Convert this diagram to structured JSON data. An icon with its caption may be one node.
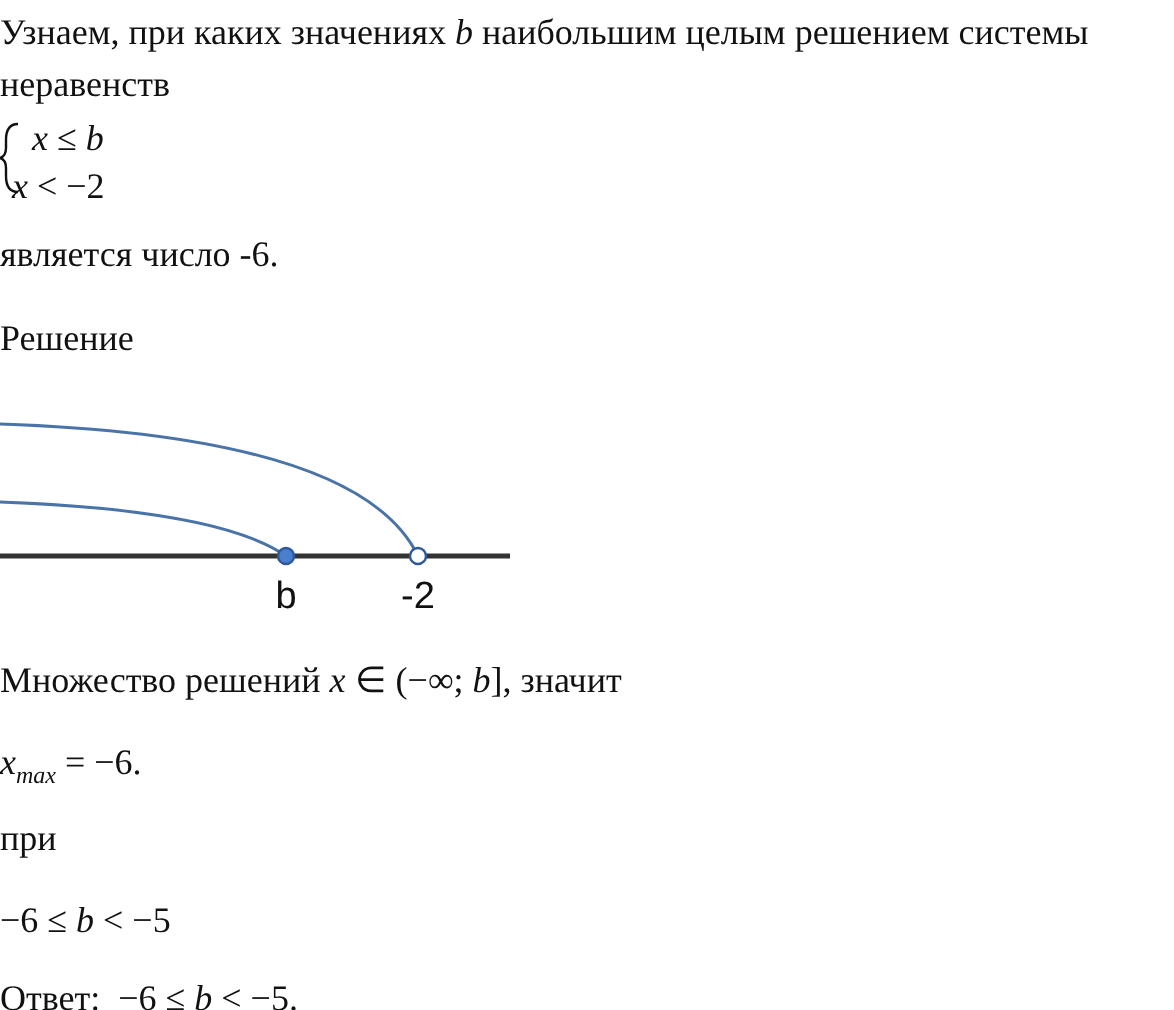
{
  "diagram": {
    "labels": [
      "Узнаем, при каких значениях *b* наибольшим целым решением системы неравенств",
      "*x* ≤ *b*",
      "*x* < −2",
      "является число -6.",
      "Решение",
      "b",
      "-2",
      "Множество решений *x* ∈ (−∞; *b*], значит",
      "*x*$_{max}$ = −6.",
      "при",
      "−6 ≤ *b* < −5",
      "Ответ:  −6 ≤ *b* < −5."
    ]
  }
}
